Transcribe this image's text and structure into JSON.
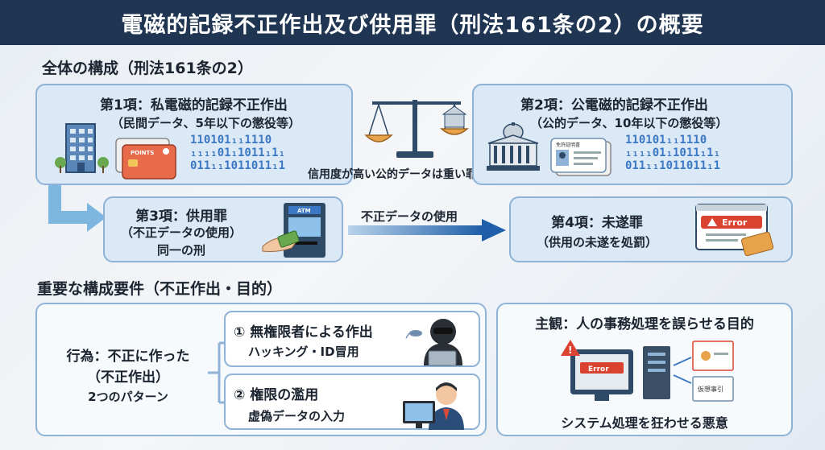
{
  "header": {
    "title": "電磁的記録不正作出及び供用罪（刑法161条の2）の概要"
  },
  "overview": {
    "heading": "全体の構成（刑法161条の2）",
    "item1": {
      "title": "第1項：私電磁的記録不正作出",
      "sub": "（民間データ、5年以下の懲役等）",
      "binary": "110101₁₁1110\n₁₁₁₁01₁1011₁1₁\n011₁₁1011011₁1"
    },
    "item2": {
      "title": "第2項：公電磁的記録不正作出",
      "sub": "（公的データ、10年以下の懲役等）",
      "binary": "110101₁₁1110\n₁₁₁₁01₁1011₁1₁\n011₁₁1011011₁1"
    },
    "scale_caption": "信用度が高い公的データは重い罪",
    "item3": {
      "title": "第3項：供用罪",
      "sub1": "（不正データの使用）",
      "sub2": "同一の刑"
    },
    "arrow_label": "不正データの使用",
    "item4": {
      "title": "第4項：未遂罪",
      "sub": "（供用の未遂を処罰）"
    }
  },
  "requirements": {
    "heading": "重要な構成要件（不正作出・目的）",
    "act": {
      "line1": "行為：不正に作った",
      "line2": "（不正作出）",
      "line3": "2つのパターン"
    },
    "pattern1": {
      "title": "① 無権限者による作出",
      "sub": "ハッキング・ID冒用"
    },
    "pattern2": {
      "title": "② 権限の濫用",
      "sub": "虚偽データの入力"
    },
    "subjective": {
      "title": "主観：人の事務処理を誤らせる目的",
      "caption": "システム処理を狂わせる悪意"
    }
  },
  "icons": {
    "card_text": "POINTS",
    "id_card_text": "免許証明書",
    "atm_text": "ATM",
    "error_text": "Error",
    "doc_text": "仮想事引"
  },
  "colors": {
    "header": "#1f3552",
    "box_fill": "#dbe8f6",
    "box_border": "#8fb3d6",
    "accent_blue": "#2a67b5",
    "error_red": "#d9432f"
  }
}
